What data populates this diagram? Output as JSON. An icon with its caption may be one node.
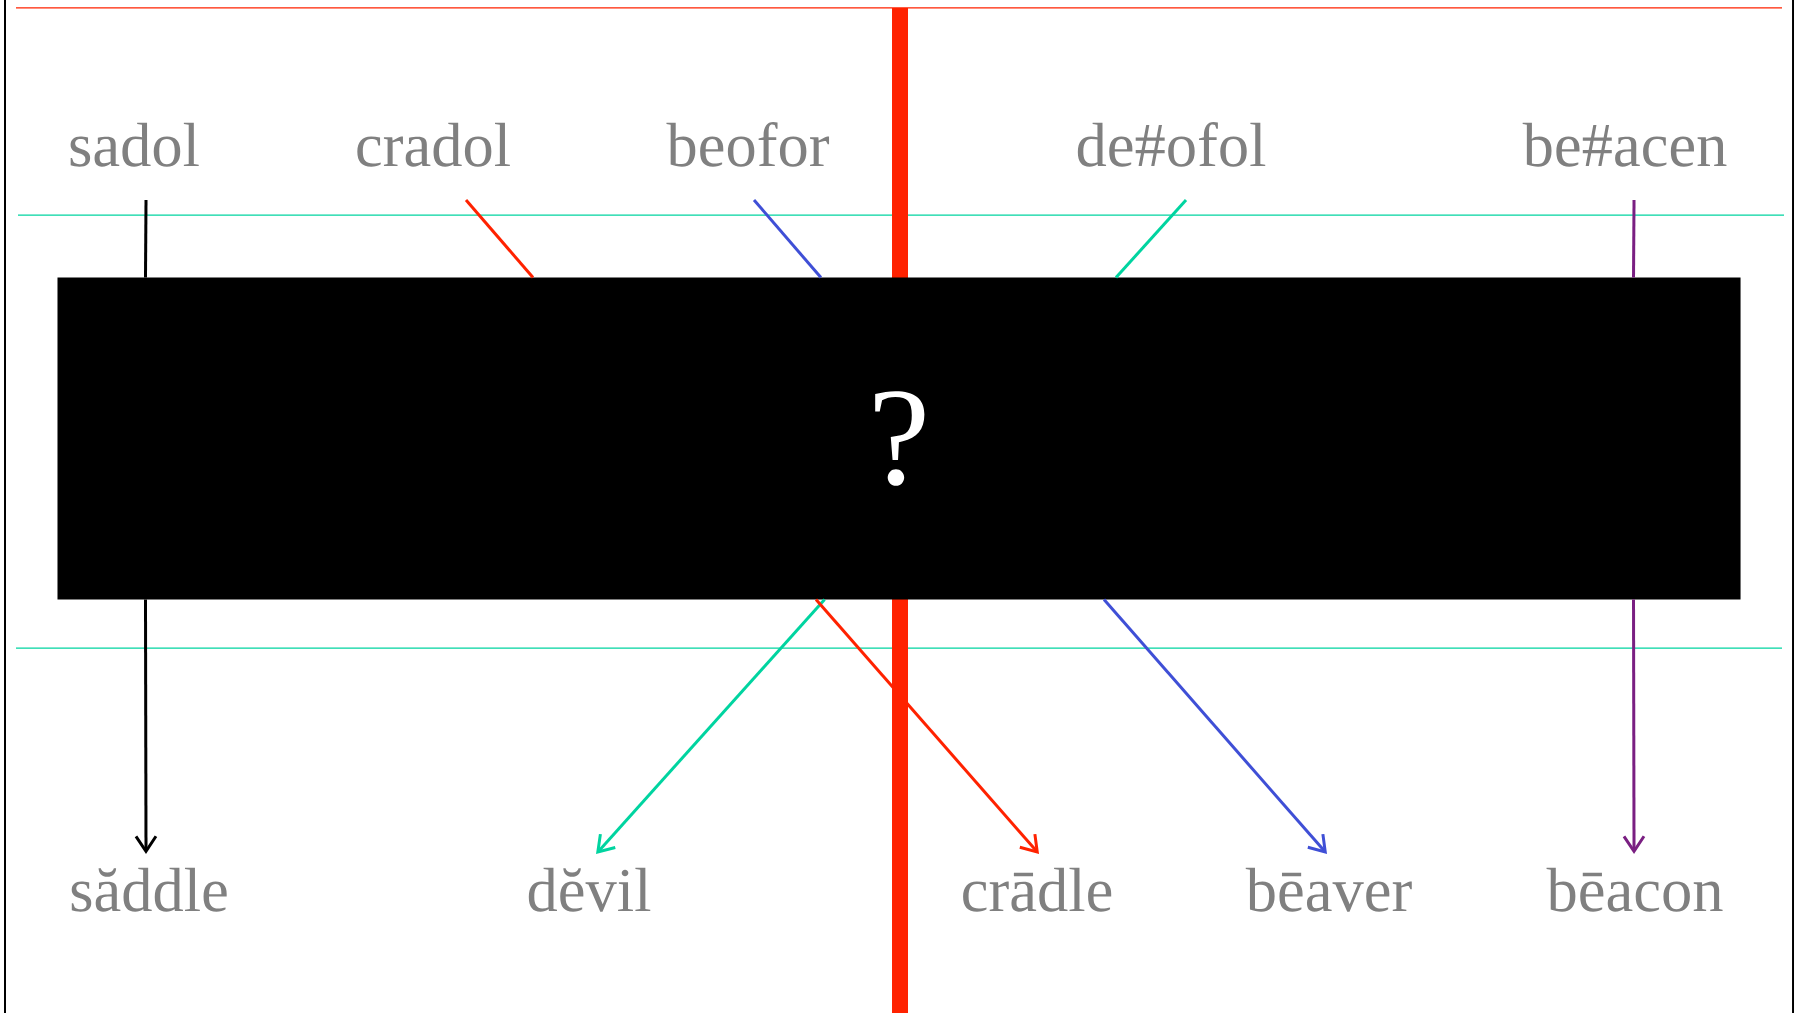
{
  "diagram": {
    "nodes": [
      {
        "text": [
          "sadol"
        ]
      },
      {
        "text": [
          "cradol"
        ]
      },
      {
        "text": [
          "beofor"
        ]
      },
      {
        "text": [
          "de#ofol"
        ]
      },
      {
        "text": [
          "be#acen"
        ]
      },
      {
        "text": [
          "?"
        ]
      },
      {
        "text": [
          "săddle"
        ]
      },
      {
        "text": [
          "dĕvil"
        ]
      },
      {
        "text": [
          "crādle"
        ]
      },
      {
        "text": [
          "bēaver"
        ]
      },
      {
        "text": [
          "bēacon"
        ]
      }
    ],
    "edges": [
      {
        "from": 0,
        "to": 5,
        "arrow": "none",
        "color": "#000000"
      },
      {
        "from": 1,
        "to": 5,
        "arrow": "none",
        "color": "#ff2200"
      },
      {
        "from": 2,
        "to": 5,
        "arrow": "none",
        "color": "#3f4fd6"
      },
      {
        "from": 3,
        "to": 5,
        "arrow": "none",
        "color": "#00d4a0"
      },
      {
        "from": 4,
        "to": 5,
        "arrow": "none",
        "color": "#7a1f82"
      },
      {
        "from": 5,
        "to": 6,
        "arrow": "to",
        "color": "#000000"
      },
      {
        "from": 5,
        "to": 7,
        "arrow": "to",
        "color": "#00d4a0"
      },
      {
        "from": 5,
        "to": 8,
        "arrow": "to",
        "color": "#ff2200"
      },
      {
        "from": 5,
        "to": 9,
        "arrow": "to",
        "color": "#3f4fd6"
      },
      {
        "from": 5,
        "to": 10,
        "arrow": "to",
        "color": "#7a1f82"
      }
    ]
  }
}
